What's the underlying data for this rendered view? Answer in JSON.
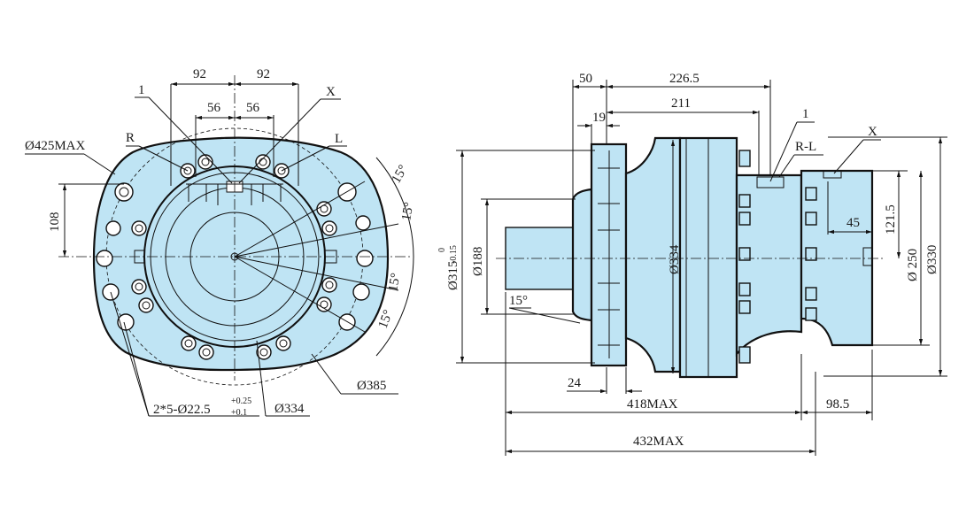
{
  "colors": {
    "body_fill": "#bfe4f4",
    "line": "#111111",
    "background": "#ffffff"
  },
  "front_view": {
    "dim_92_left": "92",
    "dim_92_right": "92",
    "dim_56_left": "56",
    "dim_56_right": "56",
    "port_1": "1",
    "port_x": "X",
    "port_r": "R",
    "port_l": "L",
    "dia_425": "Ø425MAX",
    "dim_108": "108",
    "angle_1": "15°",
    "angle_2": "15°",
    "angle_3": "15°",
    "angle_4": "15°",
    "holes": "2*5-Ø22.5",
    "tol_upper": "+0.25",
    "tol_lower": "+0.1",
    "dia_334": "Ø334",
    "dia_385": "Ø385"
  },
  "side_view": {
    "dim_50": "50",
    "dim_226_5": "226.5",
    "dim_19": "19",
    "dim_211": "211",
    "port_1": "1",
    "port_rl": "R-L",
    "port_x": "X",
    "dim_45": "45",
    "dim_121_5": "121.5",
    "dia_250": "Ø 250",
    "dia_330": "Ø330",
    "dia_315": "Ø315",
    "dia_315_tol_upper": "0",
    "dia_315_tol_lower": "-0.15",
    "dia_188": "Ø188",
    "dia_334": "Ø334",
    "angle_15": "15°",
    "dim_24": "24",
    "dim_418": "418MAX",
    "dim_98_5": "98.5",
    "dim_432": "432MAX"
  }
}
